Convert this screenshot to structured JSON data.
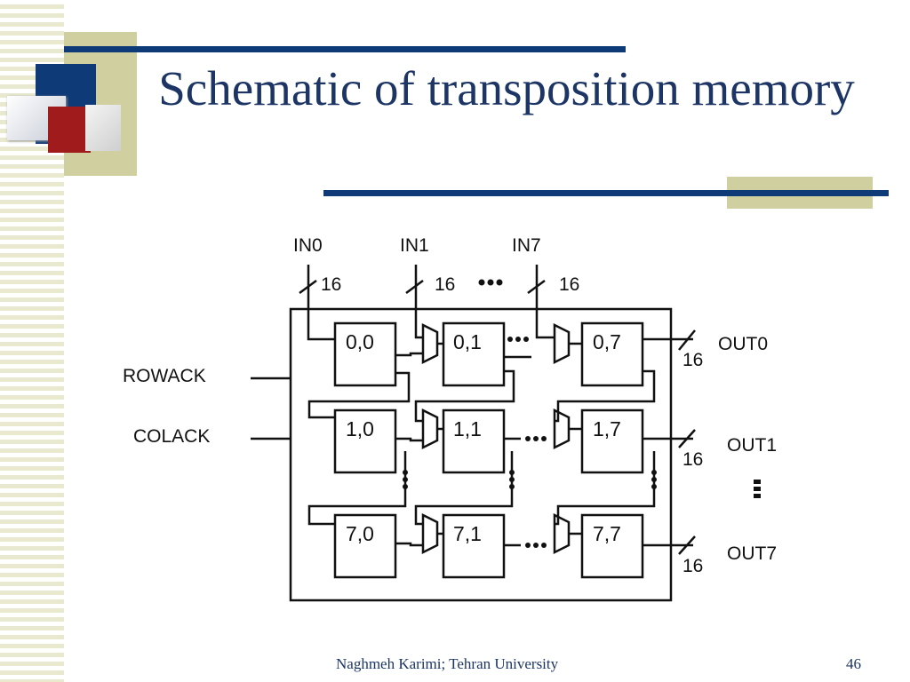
{
  "slide": {
    "title": "Schematic of transposition memory",
    "footer": "Naghmeh Karimi; Tehran University",
    "page_number": "46",
    "colors": {
      "title": "#1c3565",
      "navy_bar": "#0e3a77",
      "khaki": "#cfcfa0",
      "dark_red": "#a01c1c",
      "stripe": "#e9e9cf"
    }
  },
  "diagram": {
    "inputs": [
      {
        "label": "IN0",
        "width": "16"
      },
      {
        "label": "IN1",
        "width": "16"
      },
      {
        "label": "IN7",
        "width": "16"
      }
    ],
    "controls": [
      "ROWACK",
      "COLACK"
    ],
    "outputs": [
      {
        "label": "OUT0",
        "width": "16"
      },
      {
        "label": "OUT1",
        "width": "16"
      },
      {
        "label": "OUT7",
        "width": "16"
      }
    ],
    "cells": [
      [
        "0,0",
        "0,1",
        "0,7"
      ],
      [
        "1,0",
        "1,1",
        "1,7"
      ],
      [
        "7,0",
        "7,1",
        "7,7"
      ]
    ]
  }
}
